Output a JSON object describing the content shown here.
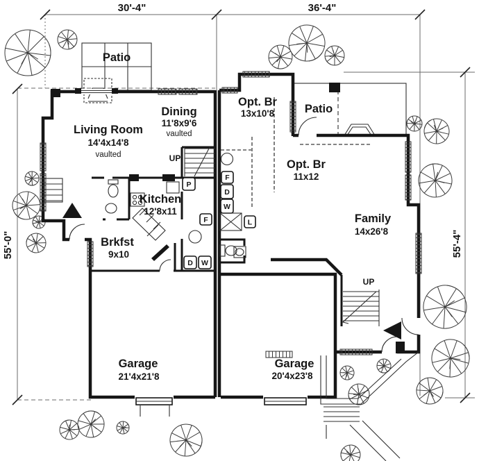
{
  "dimensions": {
    "top_left": "30'-4\"",
    "top_right": "36'-4\"",
    "left_side": "55'-0\"",
    "right_side": "55'-4\""
  },
  "left_unit": {
    "patio": {
      "name": "Patio"
    },
    "living_room": {
      "name": "Living Room",
      "size": "14'4x14'8",
      "note": "vaulted"
    },
    "dining": {
      "name": "Dining",
      "size": "11'8x9'6",
      "note": "vaulted"
    },
    "kitchen": {
      "name": "Kitchen",
      "size": "12'8x11"
    },
    "breakfast": {
      "name": "Brkfst",
      "size": "9x10"
    },
    "garage": {
      "name": "Garage",
      "size": "21'4x21'8"
    },
    "stair_label": "UP",
    "markers": {
      "pantry": "P",
      "furnace": "F",
      "dryer": "D",
      "washer": "W"
    }
  },
  "right_unit": {
    "optional_bedroom_front": {
      "name": "Opt. Br",
      "size": "13x10'8"
    },
    "patio": {
      "name": "Patio"
    },
    "optional_bedroom_middle": {
      "name": "Opt. Br",
      "size": "11x12"
    },
    "family": {
      "name": "Family",
      "size": "14x26'8"
    },
    "garage": {
      "name": "Garage",
      "size": "20'4x23'8"
    },
    "stair_label": "UP",
    "markers": {
      "furnace": "F",
      "dryer": "D",
      "washer": "W",
      "laundry": "L"
    }
  },
  "colors": {
    "ink": "#161616",
    "thin": "#2e2e2e",
    "site": "#6a6a6a",
    "paper": "#ffffff"
  }
}
